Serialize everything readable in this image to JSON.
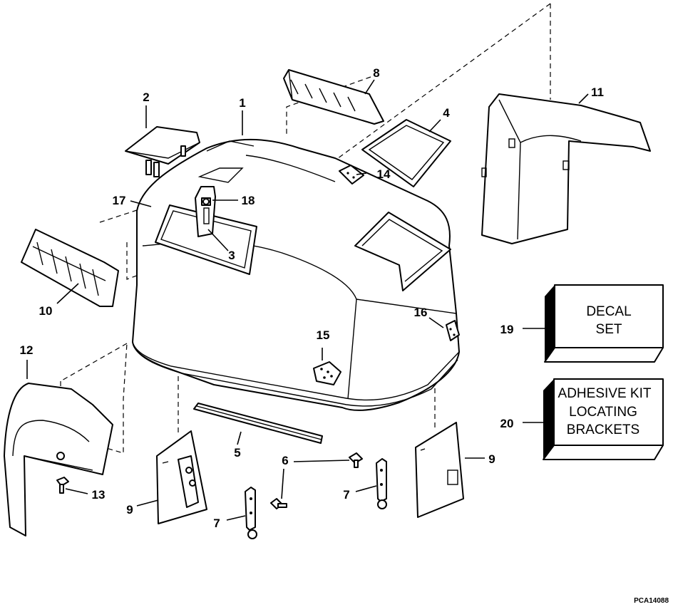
{
  "callouts": {
    "c1": "1",
    "c2": "2",
    "c3": "3",
    "c4": "4",
    "c5": "5",
    "c6": "6",
    "c7a": "7",
    "c7b": "7",
    "c8": "8",
    "c9a": "9",
    "c9b": "9",
    "c10": "10",
    "c11": "11",
    "c12": "12",
    "c13": "13",
    "c14": "14",
    "c15": "15",
    "c16": "16",
    "c17": "17",
    "c18": "18",
    "c19": "19",
    "c20": "20"
  },
  "decal_box": {
    "line1": "DECAL",
    "line2": "SET"
  },
  "adhesive_box": {
    "line1": "ADHESIVE KIT",
    "line2": "LOCATING",
    "line3": "BRACKETS"
  },
  "reference_code": "PCA14088"
}
